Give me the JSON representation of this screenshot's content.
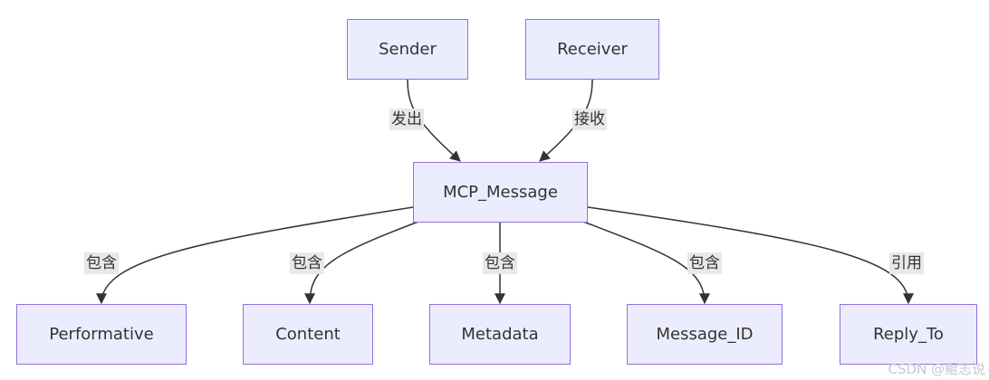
{
  "nodes": {
    "sender": "Sender",
    "receiver": "Receiver",
    "mcp_message": "MCP_Message",
    "performative": "Performative",
    "content": "Content",
    "metadata": "Metadata",
    "message_id": "Message_ID",
    "reply_to": "Reply_To"
  },
  "edges": {
    "sender_to_message": "发出",
    "receiver_to_message": "接收",
    "to_performative": "包含",
    "to_content": "包含",
    "to_metadata": "包含",
    "to_message_id": "包含",
    "to_reply_to": "引用"
  },
  "colors": {
    "node_fill": "#ECECFF",
    "node_border": "#9370DB",
    "edge": "#333333",
    "edge_label_bg": "#e8e8e8"
  },
  "watermark": "CSDN @鲲志说"
}
